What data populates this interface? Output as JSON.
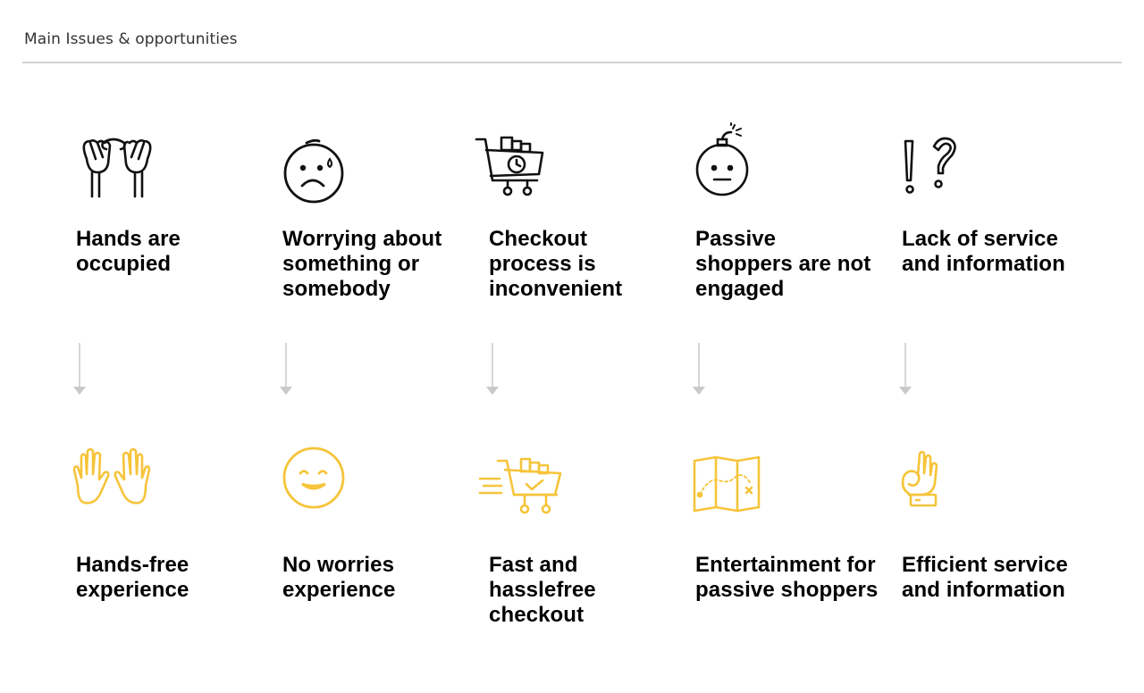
{
  "header": {
    "title": "Main Issues & opportunities"
  },
  "colors": {
    "issue_icon": "#111111",
    "opportunity_icon": "#f6c43a",
    "arrow": "#c9c9c9",
    "divider": "#d3d3d3"
  },
  "columns": [
    {
      "issue": {
        "icon": "holding-hands-icon",
        "label": "Hands are occupied"
      },
      "opportunity": {
        "icon": "open-hands-icon",
        "label": "Hands-free experience"
      }
    },
    {
      "issue": {
        "icon": "worried-face-icon",
        "label": "Worrying about something or somebody"
      },
      "opportunity": {
        "icon": "smiling-face-icon",
        "label": "No worries experience"
      }
    },
    {
      "issue": {
        "icon": "cart-clock-icon",
        "label": "Checkout process is inconvenient"
      },
      "opportunity": {
        "icon": "fast-cart-check-icon",
        "label": "Fast and hasslefree checkout"
      }
    },
    {
      "issue": {
        "icon": "bomb-face-icon",
        "label": "Passive shoppers are not engaged"
      },
      "opportunity": {
        "icon": "treasure-map-icon",
        "label": "Entertainment for passive shoppers"
      }
    },
    {
      "issue": {
        "icon": "exclamation-question-icon",
        "label": "Lack of service and information"
      },
      "opportunity": {
        "icon": "ok-hand-icon",
        "label": "Efficient service and information"
      }
    }
  ]
}
